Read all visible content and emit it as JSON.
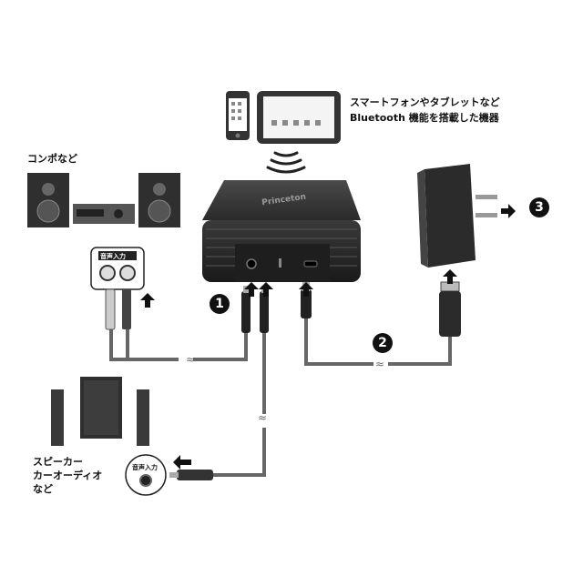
{
  "labels": {
    "device_line1": "スマートフォンやタブレットなど",
    "device_line2": "Bluetooth 機能を搭載した機器",
    "compo": "コンポなど",
    "speaker_line1": "スピーカー",
    "speaker_line2": "カーオーディオ",
    "speaker_line3": "など",
    "audio_in": "音声入力",
    "audio_in_small": "音声入力"
  },
  "markers": [
    "1",
    "2",
    "3"
  ],
  "colors": {
    "device": "#2b2b2b",
    "cable": "#555555",
    "plug": "#999999",
    "accent": "#111111"
  },
  "icons": [
    "smartphone-icon",
    "tablet-icon",
    "bluetooth-wave-icon",
    "stereo-system-icon",
    "speaker-icon",
    "ac-adapter-icon",
    "usb-plug-icon",
    "rca-plug-icon",
    "audio-jack-icon",
    "arrow-icon"
  ]
}
